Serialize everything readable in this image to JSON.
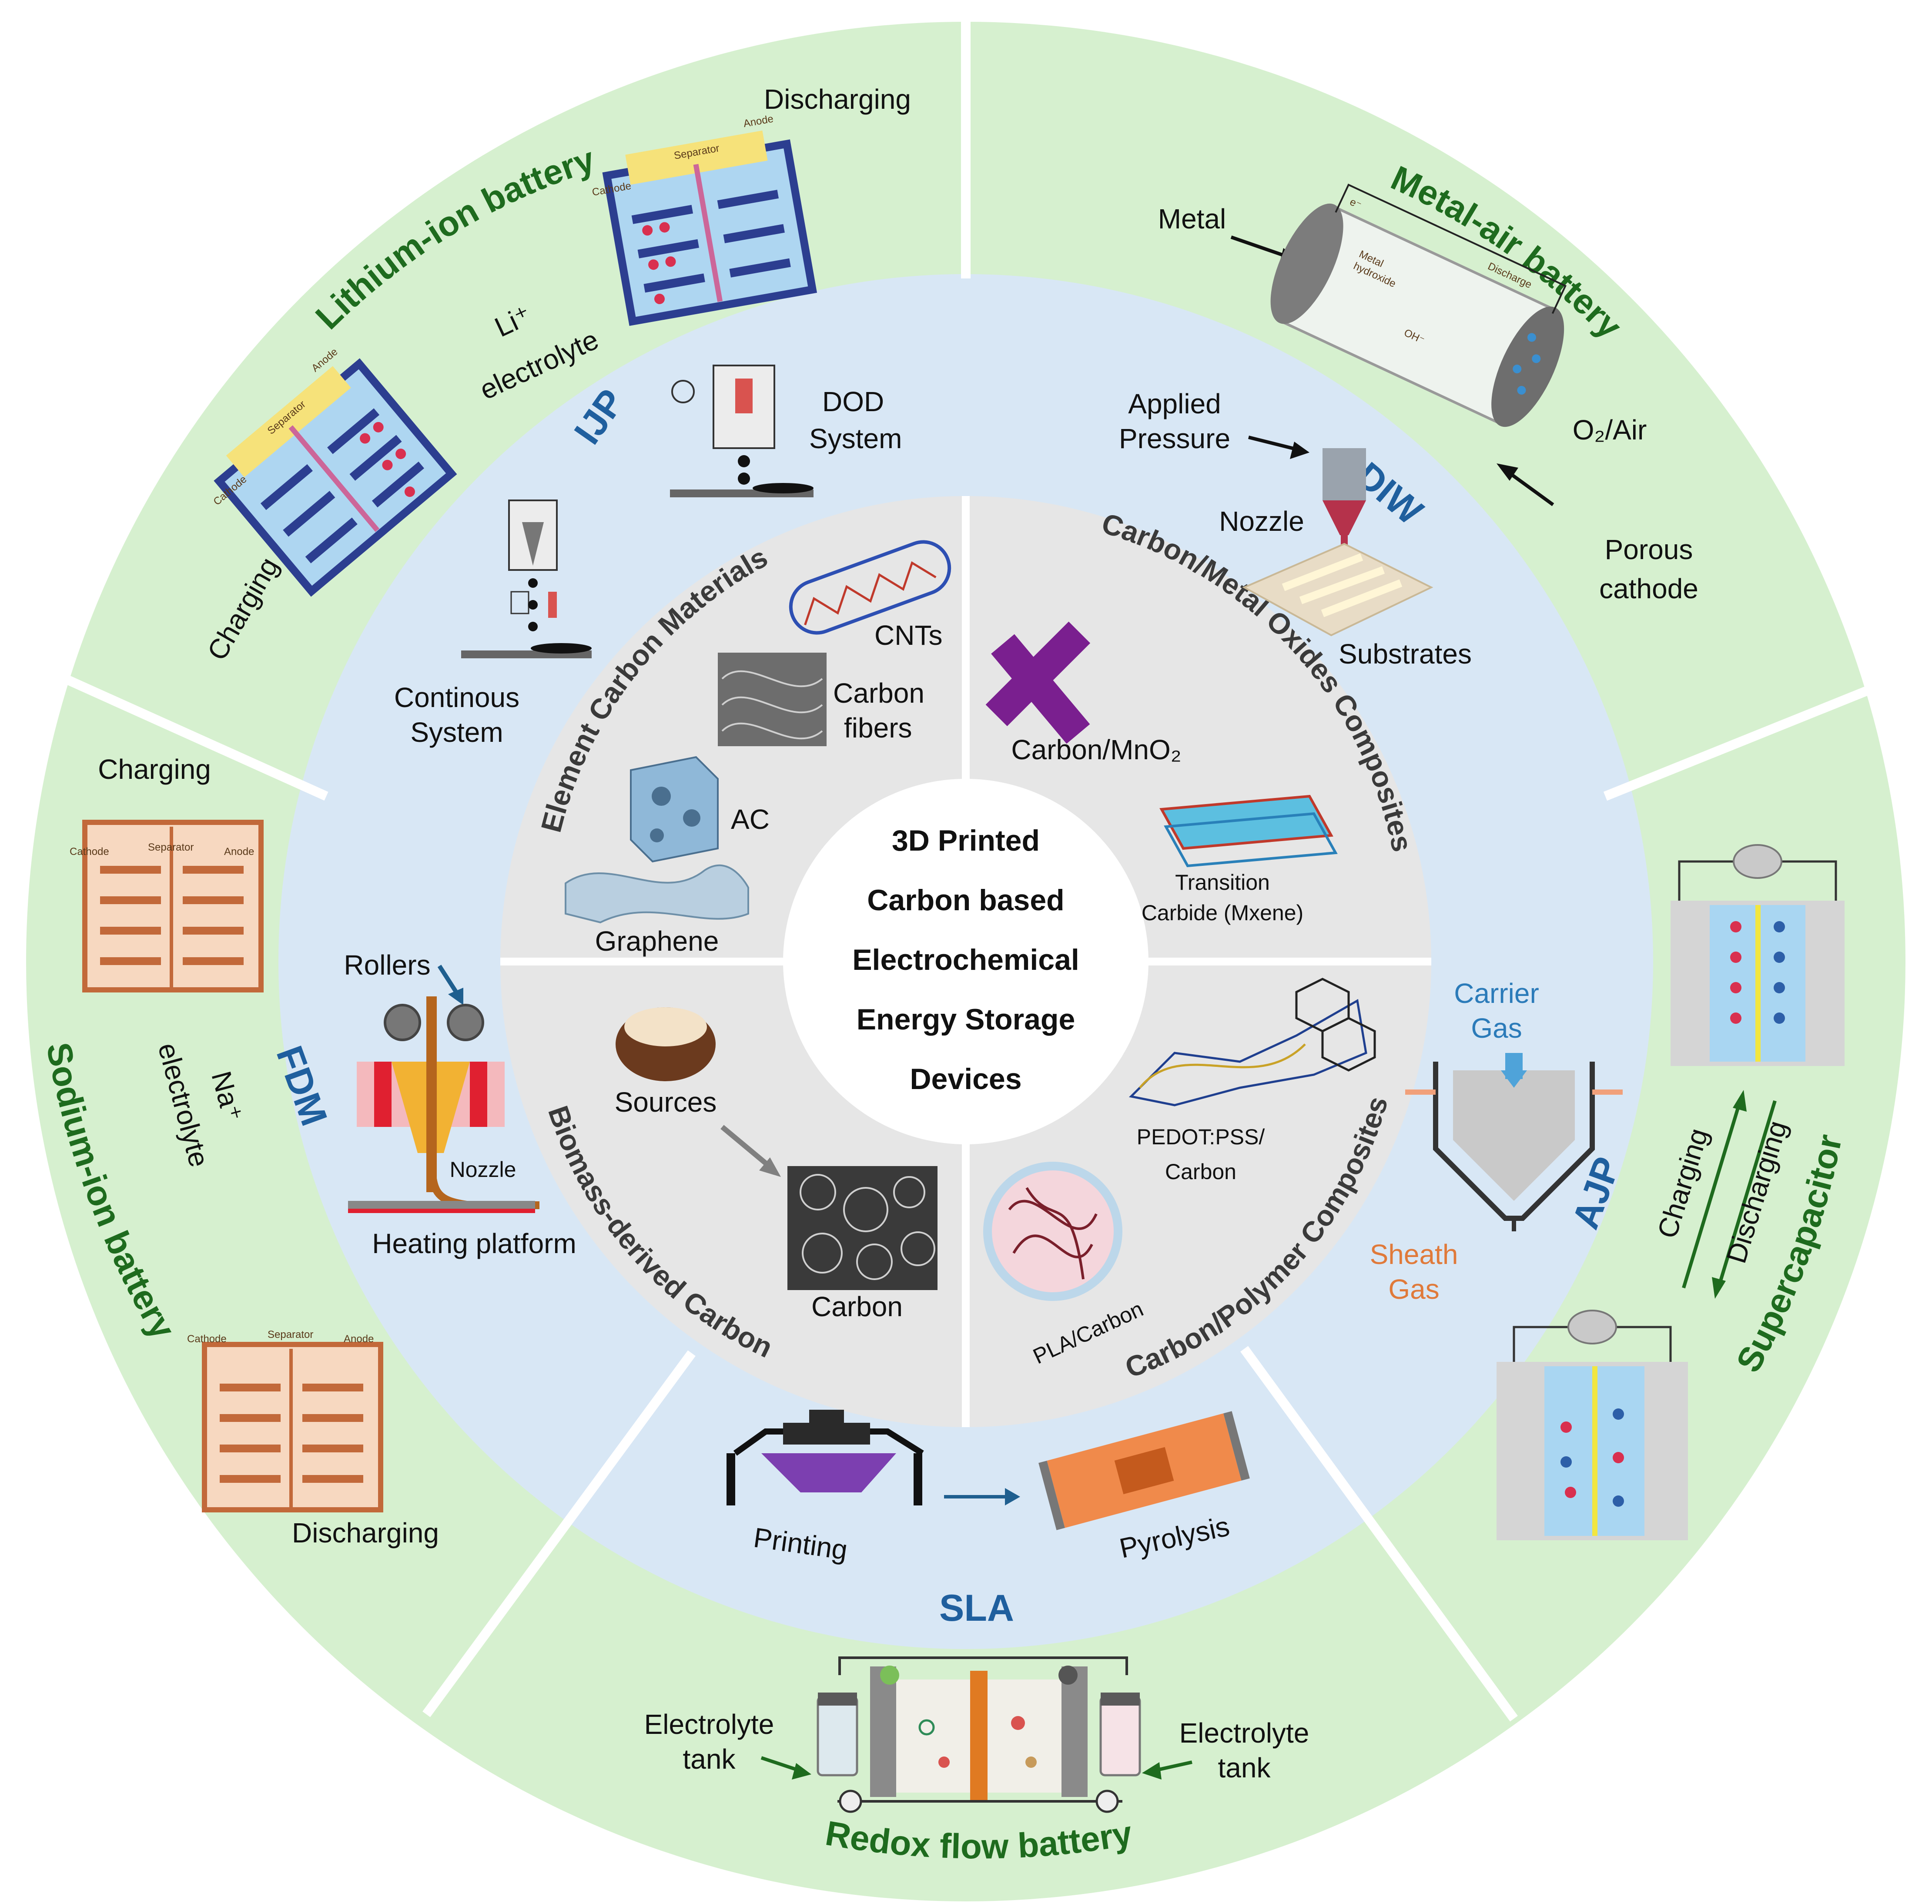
{
  "center_title": [
    "3D Printed",
    "Carbon based",
    "Electrochemical",
    "Energy Storage",
    "Devices"
  ],
  "materials": {
    "element_carbon": {
      "title": "Element Carbon Materials",
      "items": [
        "CNTs",
        "Carbon",
        "fibers",
        "AC",
        "Graphene"
      ]
    },
    "carbon_metal_oxides": {
      "title": "Carbon/Metal Oxides Composites",
      "items": [
        "Carbon/MnO₂",
        "Transition",
        "Carbide (Mxene)"
      ]
    },
    "biomass": {
      "title": "Biomass-derived Carbon",
      "items": [
        "Sources",
        "Carbon"
      ]
    },
    "carbon_polymer": {
      "title": "Carbon/Polymer Composites",
      "items": [
        "PEDOT:PSS/",
        "Carbon",
        "PLA/Carbon"
      ]
    }
  },
  "techniques": {
    "ijp": {
      "title": "IJP",
      "labels": [
        "DOD",
        "System",
        "Continous",
        "System"
      ]
    },
    "diw": {
      "title": "DIW",
      "labels": [
        "Applied",
        "Pressure",
        "Nozzle",
        "Substrates"
      ]
    },
    "fdm": {
      "title": "FDM",
      "labels": [
        "Rollers",
        "Nozzle",
        "Heating platform"
      ]
    },
    "ajp": {
      "title": "AJP",
      "labels": [
        "Carrier",
        "Gas",
        "Sheath",
        "Gas"
      ]
    },
    "sla": {
      "title": "SLA",
      "labels": [
        "Printing",
        "Pyrolysis"
      ]
    }
  },
  "devices": {
    "lithium": {
      "title": "Lithium-ion battery",
      "labels": [
        "Discharging",
        "Charging",
        "Li⁺",
        "electrolyte"
      ],
      "cell_labels": [
        "Cathode",
        "Separator",
        "Anode"
      ]
    },
    "metal_air": {
      "title": "Metal-air battery",
      "labels": [
        "Metal",
        "O₂/Air",
        "Porous",
        "cathode"
      ],
      "inner_labels": [
        "e⁻",
        "Metal",
        "hydroxide",
        "Discharge",
        "OH⁻"
      ]
    },
    "sodium": {
      "title": "Sodium-ion battery",
      "labels": [
        "Charging",
        "Discharging",
        "Na⁺",
        "electrolyte"
      ],
      "cell_labels": [
        "Cathode",
        "Separator",
        "Anode"
      ]
    },
    "supercapacitor": {
      "title": "Supercapacitor",
      "labels": [
        "Charging",
        "Discharging"
      ]
    },
    "redox": {
      "title": "Redox flow battery",
      "labels": [
        "Electrolyte",
        "tank",
        "Electrolyte",
        "tank"
      ]
    }
  },
  "colors": {
    "outer_ring": "#d6f0cf",
    "middle_ring": "#d8e7f5",
    "inner_ring": "#e6e6e6",
    "technique_text": "#1f5f9e",
    "device_text": "#1e6b1e",
    "material_text": "#3a3a3a"
  }
}
